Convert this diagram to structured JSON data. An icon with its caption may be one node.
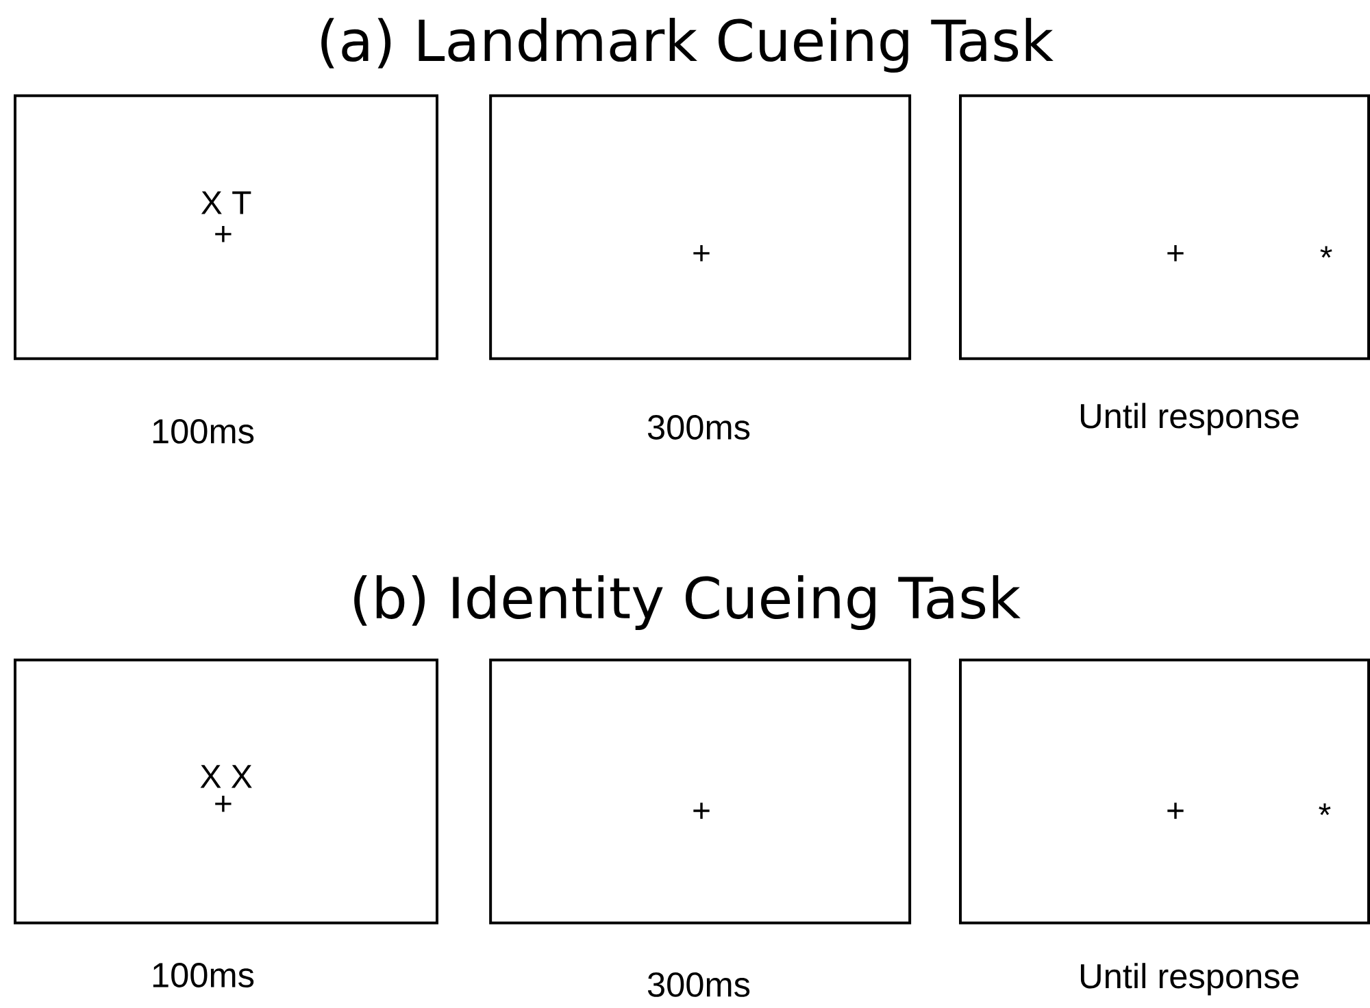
{
  "diagram": {
    "nodes": [
      {
        "text": [
          "X T",
          "+"
        ],
        "beside": [
          "100ms"
        ]
      },
      {
        "text": [
          "+"
        ],
        "beside": [
          "300ms"
        ]
      },
      {
        "text": [
          "+",
          "*"
        ],
        "beside": [
          "Until response"
        ]
      },
      {
        "text": [
          "X X",
          "+"
        ],
        "beside": [
          "100ms"
        ]
      },
      {
        "text": [
          "+"
        ],
        "beside": [
          "300ms"
        ]
      },
      {
        "text": [
          "+",
          "*"
        ],
        "beside": [
          "Until response"
        ]
      }
    ],
    "labels": [
      "(a) Landmark Cueing Task",
      "(b) Identity Cueing Task"
    ]
  }
}
